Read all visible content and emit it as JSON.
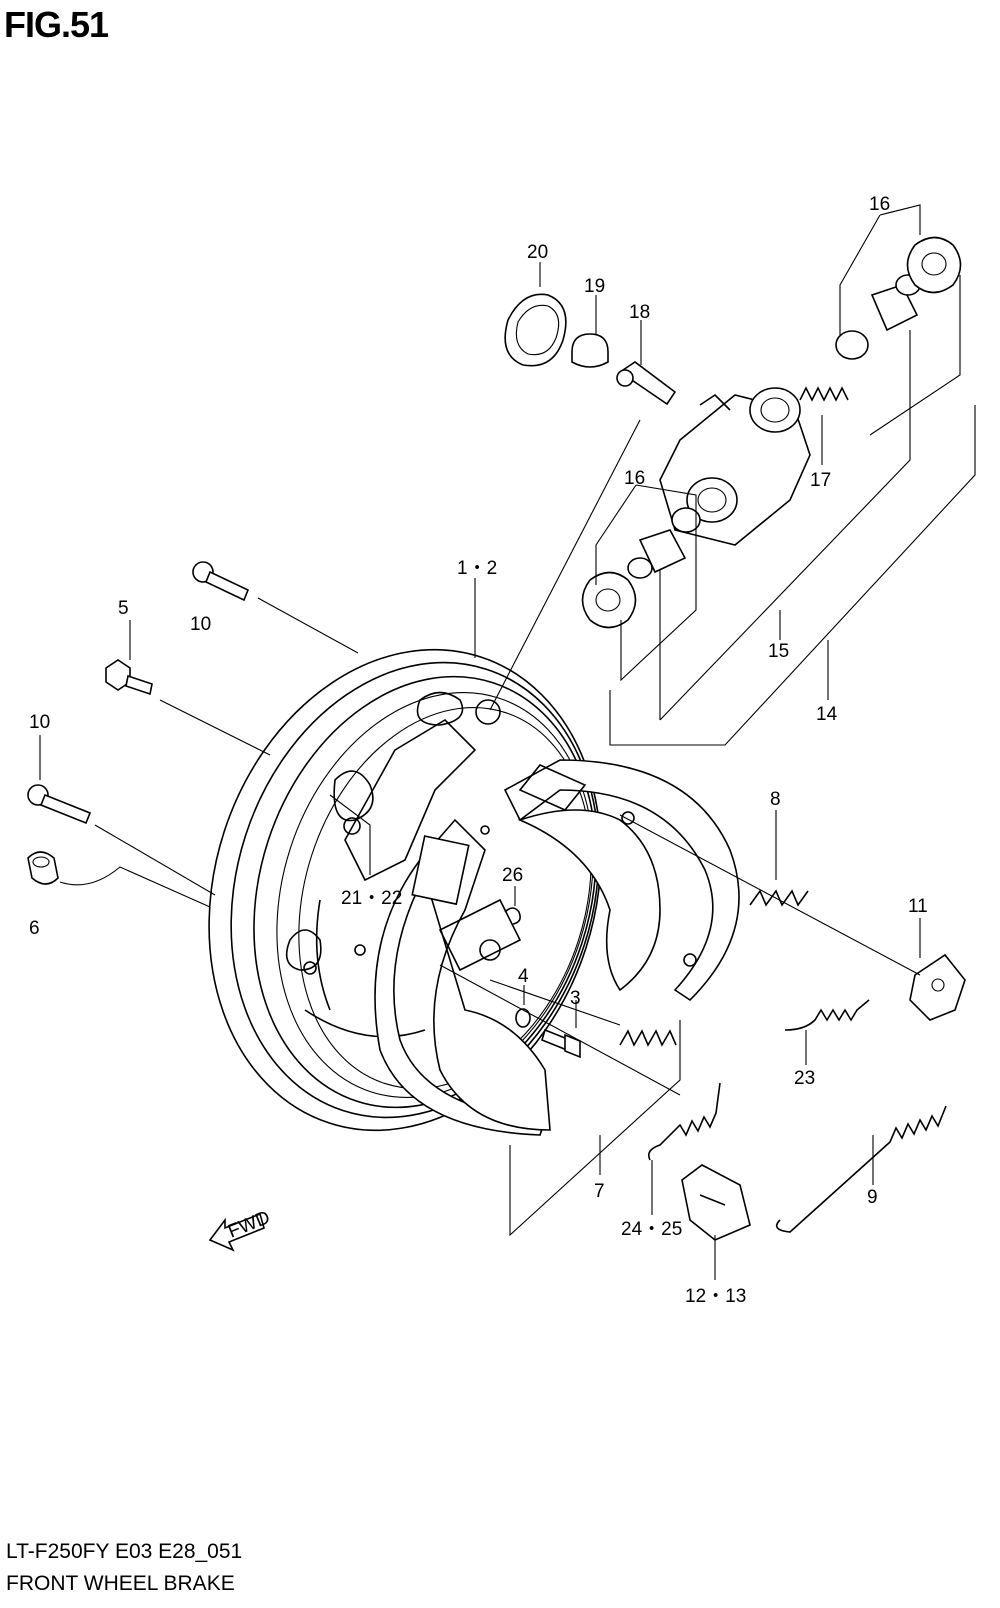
{
  "figure": {
    "title": "FIG.51"
  },
  "footer": {
    "model_code": "LT-F250FY E03 E28_051",
    "section_name": "FRONT WHEEL BRAKE"
  },
  "direction_marker": {
    "label": "FWD",
    "icon": "arrow-left-icon"
  },
  "part_callouts": [
    {
      "key": "c20",
      "text": "20"
    },
    {
      "key": "c19",
      "text": "19"
    },
    {
      "key": "c18",
      "text": "18"
    },
    {
      "key": "c16a",
      "text": "16"
    },
    {
      "key": "c16b",
      "text": "16"
    },
    {
      "key": "c17",
      "text": "17"
    },
    {
      "key": "c15",
      "text": "15"
    },
    {
      "key": "c14",
      "text": "14"
    },
    {
      "key": "c12",
      "text": "1・2"
    },
    {
      "key": "c10a",
      "text": "10"
    },
    {
      "key": "c5",
      "text": "5"
    },
    {
      "key": "c10b",
      "text": "10"
    },
    {
      "key": "c6",
      "text": "6"
    },
    {
      "key": "c2122",
      "text": "21・22"
    },
    {
      "key": "c26",
      "text": "26"
    },
    {
      "key": "c4",
      "text": "4"
    },
    {
      "key": "c3",
      "text": "3"
    },
    {
      "key": "c8",
      "text": "8"
    },
    {
      "key": "c11",
      "text": "11"
    },
    {
      "key": "c23",
      "text": "23"
    },
    {
      "key": "c7",
      "text": "7"
    },
    {
      "key": "c9",
      "text": "9"
    },
    {
      "key": "c2425",
      "text": "24・25"
    },
    {
      "key": "c1213",
      "text": "12・13"
    }
  ]
}
